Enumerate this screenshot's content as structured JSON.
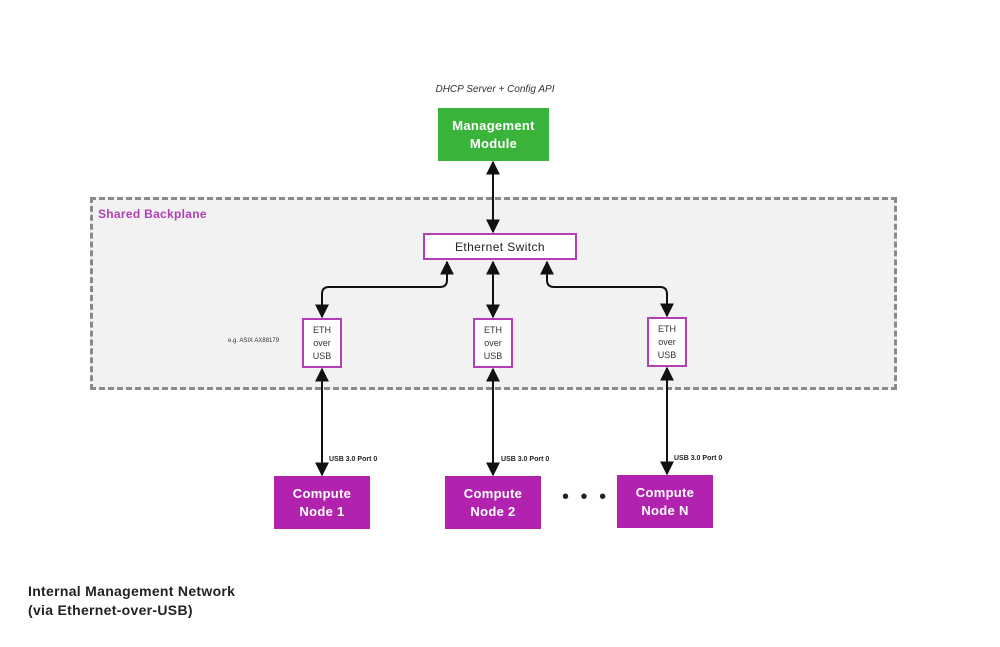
{
  "diagram": {
    "management": {
      "caption": "DHCP Server + Config API",
      "label": "Management\nModule"
    },
    "backplane": {
      "label": "Shared Backplane"
    },
    "switch": {
      "label": "Ethernet Switch"
    },
    "eth_adapters": [
      {
        "label": "ETH\nover\nUSB"
      },
      {
        "label": "ETH\nover\nUSB"
      },
      {
        "label": "ETH\nover\nUSB"
      }
    ],
    "eth_note": "e.g. ASIX AX88179",
    "usb_links": [
      {
        "label": "USB 3.0 Port 0"
      },
      {
        "label": "USB 3.0 Port 0"
      },
      {
        "label": "USB 3.0 Port 0"
      }
    ],
    "compute_nodes": [
      {
        "label": "Compute\nNode 1"
      },
      {
        "label": "Compute\nNode 2"
      },
      {
        "label": "Compute\nNode N"
      }
    ],
    "ellipsis": "• • •",
    "footer": "Internal Management Network\n(via Ethernet-over-USB)",
    "colors": {
      "management": "#39b339",
      "accent": "#b13fb5",
      "compute": "#b123ae",
      "backplane_fill": "#f2f2f2",
      "backplane_border": "#8a8a8a"
    }
  }
}
